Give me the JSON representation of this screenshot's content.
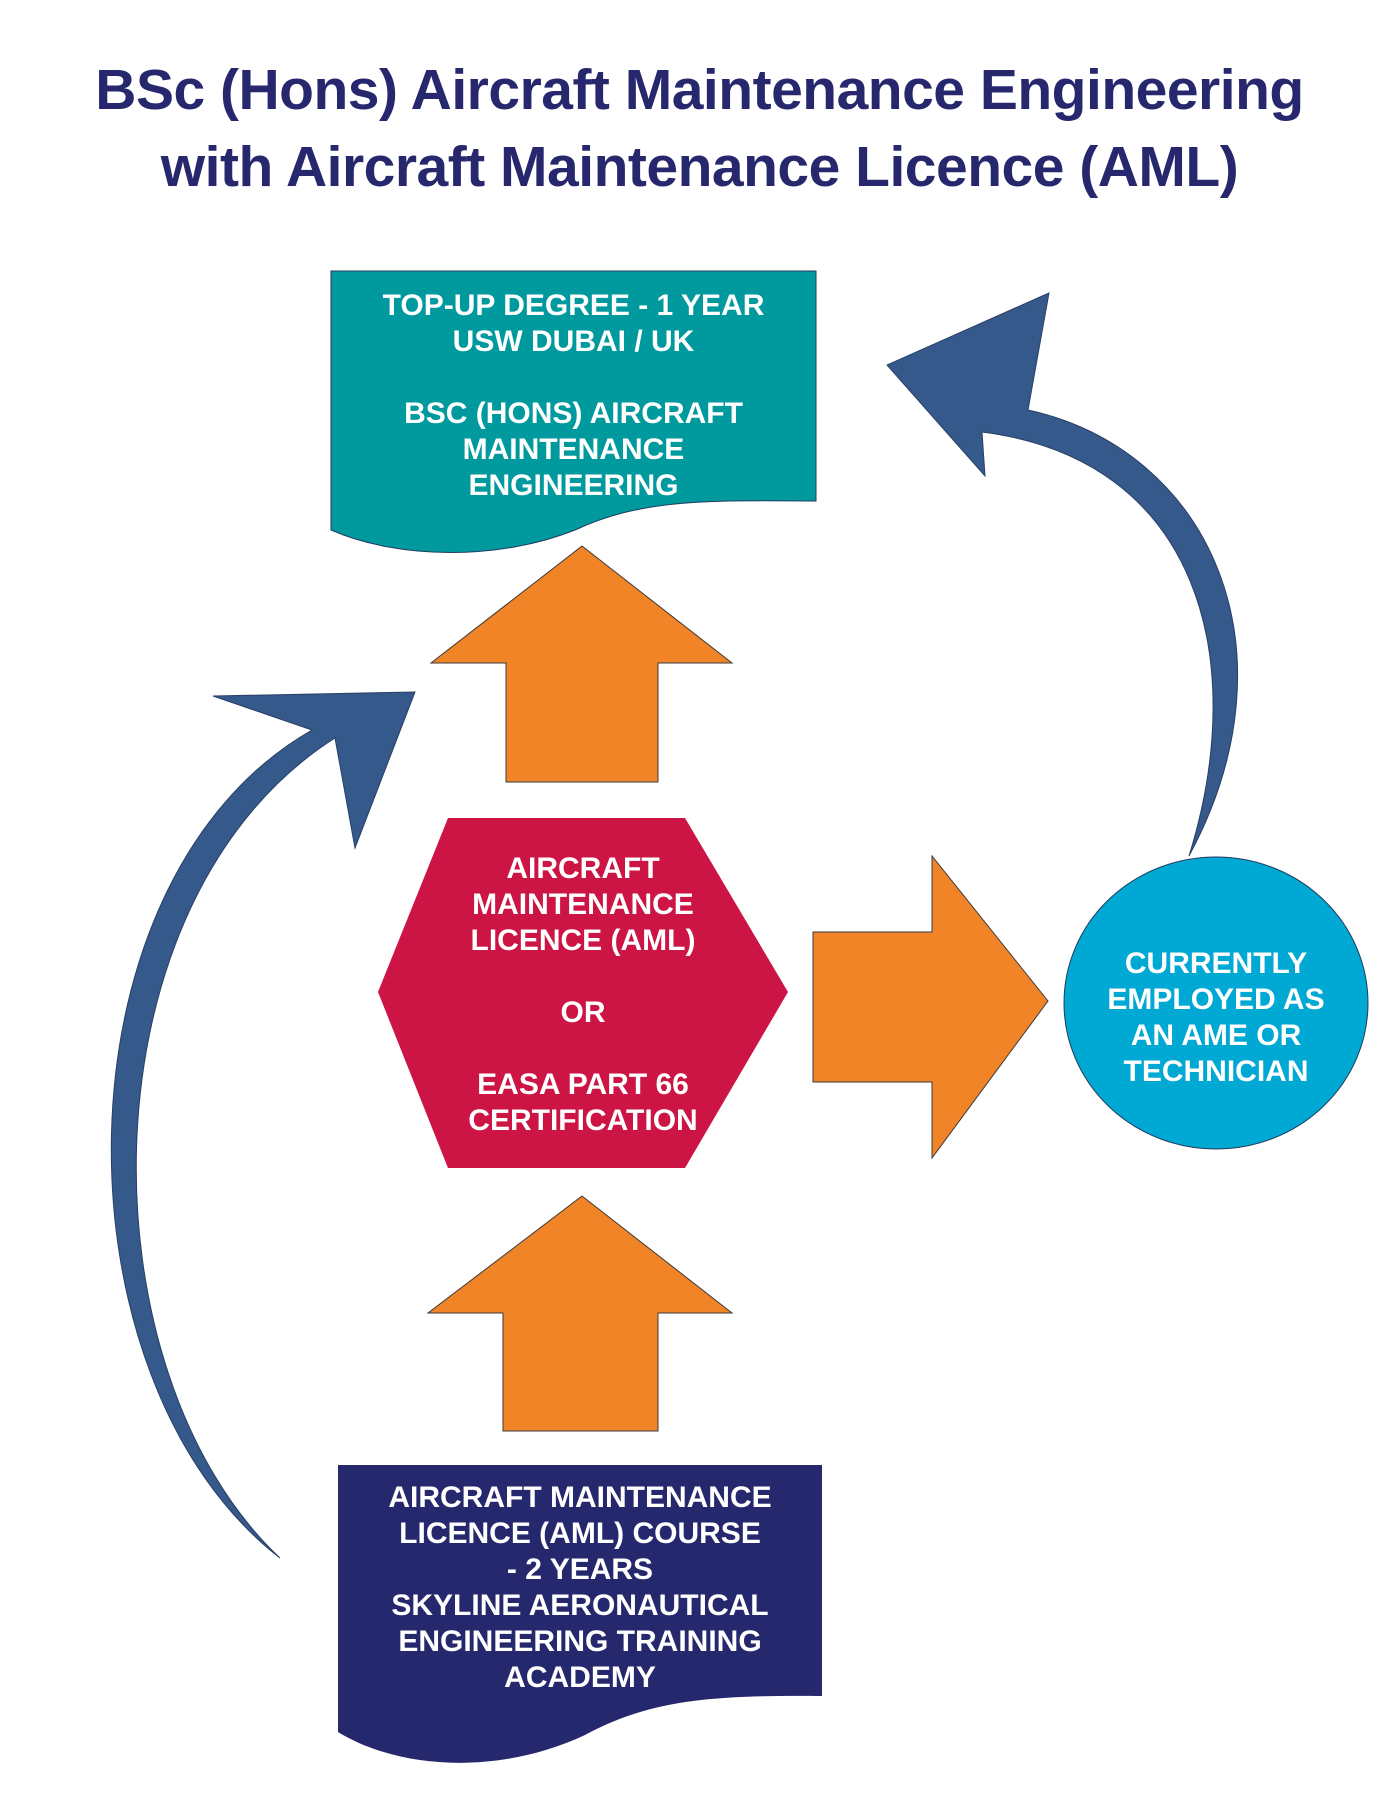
{
  "title": {
    "line1": "BSc (Hons) Aircraft Maintenance Engineering",
    "line2": "with Aircraft Maintenance Licence (AML)"
  },
  "nodes": {
    "topup": {
      "line1": "TOP-UP DEGREE - 1 YEAR",
      "line2": "USW DUBAI / UK",
      "line3": "BSC (HONS) AIRCRAFT",
      "line4": "MAINTENANCE",
      "line5": "ENGINEERING"
    },
    "licence": {
      "line1": "AIRCRAFT",
      "line2": "MAINTENANCE",
      "line3": "LICENCE (AML)",
      "line4": "OR",
      "line5": "EASA PART 66",
      "line6": "CERTIFICATION"
    },
    "employed": {
      "line1": "CURRENTLY",
      "line2": "EMPLOYED AS",
      "line3": "AN AME OR",
      "line4": "TECHNICIAN"
    },
    "course": {
      "line1": "AIRCRAFT MAINTENANCE",
      "line2": "LICENCE (AML) COURSE",
      "line3": "- 2 YEARS",
      "line4": "SKYLINE AERONAUTICAL",
      "line5": "ENGINEERING TRAINING",
      "line6": "ACADEMY"
    }
  },
  "colors": {
    "title": "#27276e",
    "topup_box": "#009a9e",
    "licence_hexagon": "#cc1544",
    "employed_circle": "#00a8d4",
    "course_box": "#26286e",
    "orange_arrow": "#f08426",
    "curved_arrow": "#34598a"
  }
}
